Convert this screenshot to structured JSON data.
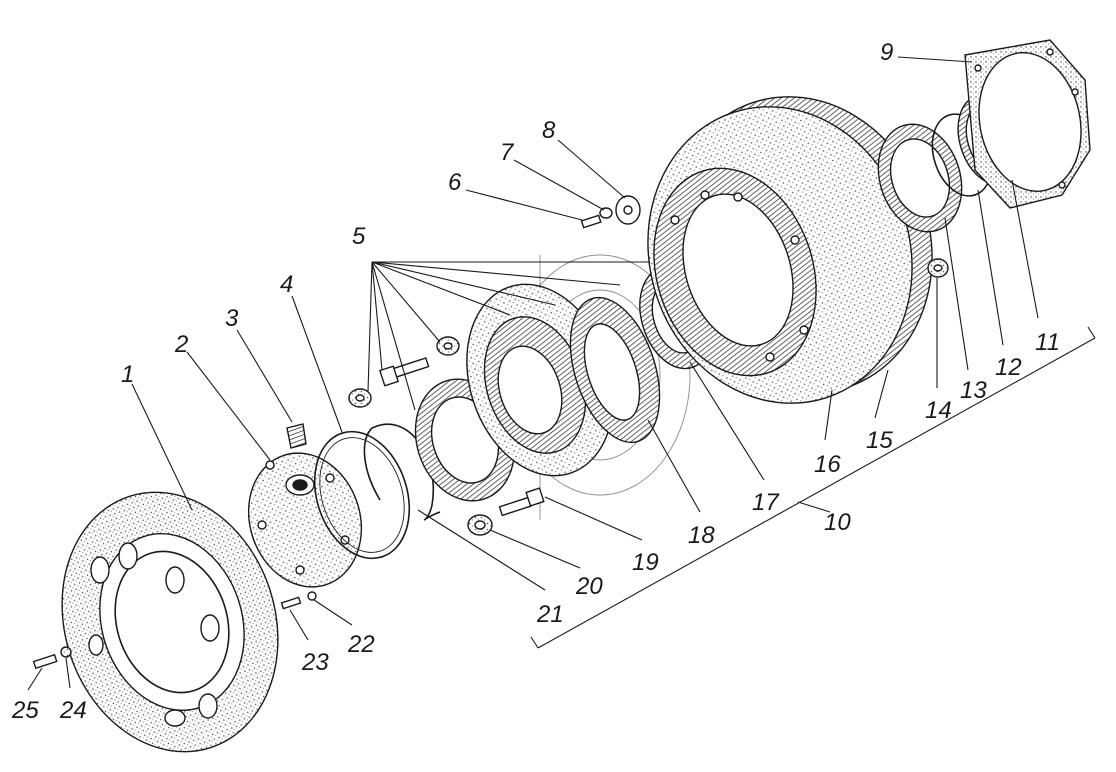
{
  "diagram": {
    "labels": [
      "1",
      "2",
      "3",
      "4",
      "5",
      "6",
      "7",
      "8",
      "9",
      "10",
      "11",
      "12",
      "13",
      "14",
      "15",
      "16",
      "17",
      "18",
      "19",
      "20",
      "21",
      "22",
      "23",
      "24",
      "25"
    ]
  },
  "colors": {
    "ink": "#1a1a1a",
    "paper": "#ffffff",
    "stipple": "#d9d9d9"
  }
}
